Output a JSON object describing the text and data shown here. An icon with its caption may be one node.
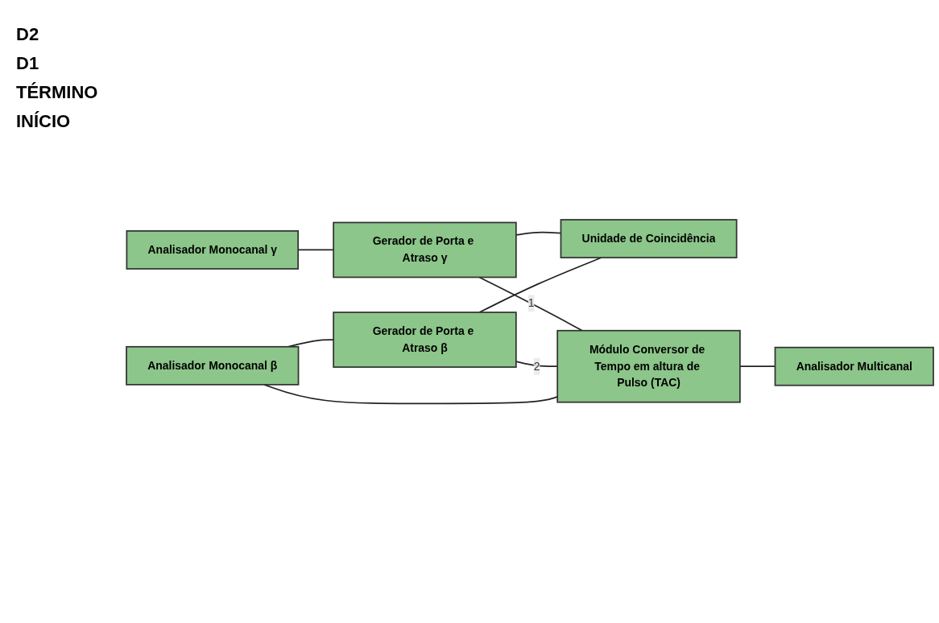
{
  "diagram": {
    "nodes": [
      {
        "text": [
          "Analisador Monocanal β"
        ]
      },
      {
        "text": [
          "Gerador de Porta e Atraso β"
        ]
      },
      {
        "text": [
          "Analisador Monocanal γ"
        ]
      },
      {
        "text": [
          "Gerador de Porta e Atraso γ"
        ]
      },
      {
        "text": [
          "Unidade de Coincidência"
        ]
      },
      {
        "text": [
          "Módulo Conversor de Tempo em altura de Pulso (TAC)"
        ]
      },
      {
        "text": [
          "Analisador Multicanal"
        ]
      }
    ],
    "edges": [
      {
        "from": 0,
        "to": 1,
        "arrow": "none"
      },
      {
        "from": 0,
        "to": 5,
        "arrow": "none"
      },
      {
        "from": 2,
        "to": 3,
        "arrow": "none"
      },
      {
        "from": 1,
        "to": 4,
        "arrow": "none"
      },
      {
        "from": 3,
        "to": 4,
        "arrow": "none"
      },
      {
        "from": 1,
        "to": 5,
        "label": "2",
        "arrow": "none"
      },
      {
        "from": 3,
        "to": 5,
        "label": "1",
        "arrow": "none"
      },
      {
        "from": 5,
        "to": 6,
        "arrow": "none"
      }
    ],
    "labels": [
      "D2",
      "D1",
      "TÉRMINO",
      "INÍCIO"
    ]
  }
}
